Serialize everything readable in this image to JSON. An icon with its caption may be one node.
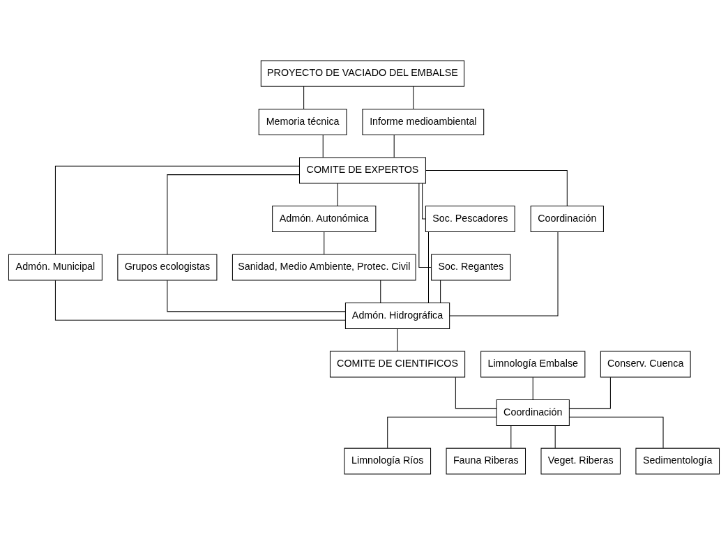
{
  "diagram": {
    "nodes": [
      {
        "text": [
          "PROYECTO DE VACIADO DEL EMBALSE"
        ]
      },
      {
        "text": [
          "Memoria técnica"
        ]
      },
      {
        "text": [
          "Informe medioambiental"
        ]
      },
      {
        "text": [
          "COMITE DE EXPERTOS"
        ]
      },
      {
        "text": [
          "Admón. Municipal"
        ]
      },
      {
        "text": [
          "Grupos ecologistas"
        ]
      },
      {
        "text": [
          "Admón. Autonómica"
        ]
      },
      {
        "text": [
          "Soc. Regantes"
        ]
      },
      {
        "text": [
          "Soc. Pescadores"
        ]
      },
      {
        "text": [
          "Sanidad, Medio Ambiente, Protec. Civil"
        ]
      },
      {
        "text": [
          "Coordinación"
        ]
      },
      {
        "text": [
          "Admón. Hidrográfica"
        ]
      },
      {
        "text": [
          "Limnología Embalse"
        ]
      },
      {
        "text": [
          "COMITE DE CIENTIFICOS"
        ]
      },
      {
        "text": [
          "Conserv. Cuenca"
        ]
      },
      {
        "text": [
          "Coordinación"
        ]
      },
      {
        "text": [
          "Limnología Ríos"
        ]
      },
      {
        "text": [
          "Fauna Riberas"
        ]
      },
      {
        "text": [
          "Veget. Riberas"
        ]
      },
      {
        "text": [
          "Sedimentología"
        ]
      }
    ],
    "edges": [
      {
        "from": 0,
        "to": 1,
        "arrow": "none"
      },
      {
        "from": 0,
        "to": 2,
        "arrow": "none"
      },
      {
        "from": 1,
        "to": 3,
        "arrow": "none"
      },
      {
        "from": 2,
        "to": 3,
        "arrow": "none"
      },
      {
        "from": 3,
        "to": 4,
        "arrow": "none"
      },
      {
        "from": 3,
        "to": 6,
        "arrow": "none"
      },
      {
        "from": 3,
        "to": 7,
        "arrow": "none"
      },
      {
        "from": 3,
        "to": 10,
        "arrow": "none"
      },
      {
        "from": 3,
        "to": 8,
        "arrow": "none"
      },
      {
        "from": 3,
        "to": 5,
        "arrow": "none"
      },
      {
        "from": 6,
        "to": 9,
        "arrow": "none"
      },
      {
        "from": 4,
        "to": 11,
        "arrow": "none"
      },
      {
        "from": 9,
        "to": 11,
        "arrow": "none"
      },
      {
        "from": 7,
        "to": 11,
        "arrow": "none"
      },
      {
        "from": 10,
        "to": 11,
        "arrow": "none"
      },
      {
        "from": 8,
        "to": 11,
        "arrow": "none"
      },
      {
        "from": 5,
        "to": 11,
        "arrow": "none"
      },
      {
        "from": 11,
        "to": 13,
        "arrow": "none"
      },
      {
        "from": 12,
        "to": 15,
        "arrow": "none"
      },
      {
        "from": 13,
        "to": 15,
        "arrow": "none"
      },
      {
        "from": 14,
        "to": 15,
        "arrow": "none"
      },
      {
        "from": 15,
        "to": 16,
        "arrow": "none"
      },
      {
        "from": 15,
        "to": 17,
        "arrow": "none"
      },
      {
        "from": 15,
        "to": 18,
        "arrow": "none"
      },
      {
        "from": 15,
        "to": 19,
        "arrow": "none"
      }
    ]
  }
}
